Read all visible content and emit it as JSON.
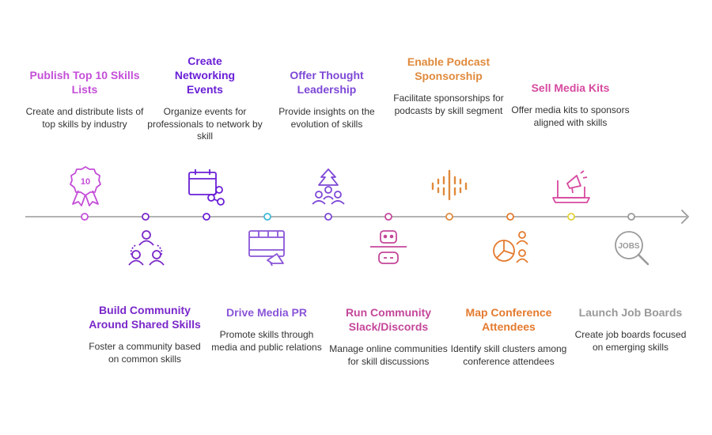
{
  "steps": [
    {
      "title": "Publish Top 10 Skills Lists",
      "description": "Create and distribute lists of top skills by industry",
      "color": "#c44ed8",
      "icon": "award-ribbon-icon",
      "badge": "10",
      "position": "above"
    },
    {
      "title": "Build Community Around Shared Skills",
      "description": "Foster a community based on common skills",
      "color": "#7a28c9",
      "icon": "community-icon",
      "position": "below"
    },
    {
      "title": "Create Networking Events",
      "description": "Organize events for professionals to network by skill",
      "color": "#6a1fd6",
      "icon": "calendar-share-icon",
      "position": "above"
    },
    {
      "title": "Drive Media PR",
      "description": "Promote skills through media and public relations",
      "color": "#8a55d8",
      "icon": "media-pr-icon",
      "position": "below"
    },
    {
      "title": "Offer Thought Leadership",
      "description": "Provide insights on the evolution of skills",
      "color": "#7d47d6",
      "icon": "leadership-icon",
      "position": "above"
    },
    {
      "title": "Run Community Slack/Discords",
      "description": "Manage online communities for skill discussions",
      "color": "#c4479a",
      "icon": "chat-bot-icon",
      "position": "below"
    },
    {
      "title": "Enable Podcast Sponsorship",
      "description": "Facilitate sponsorships for podcasts by skill segment",
      "color": "#e08a3c",
      "icon": "audio-wave-icon",
      "position": "above"
    },
    {
      "title": "Map Conference Attendees",
      "description": "Identify skill clusters among conference attendees",
      "color": "#e47a2e",
      "icon": "pie-chart-people-icon",
      "position": "below"
    },
    {
      "title": "Sell Media Kits",
      "description": "Offer media kits to sponsors aligned with skills",
      "color": "#d64aa0",
      "icon": "laptop-megaphone-icon",
      "position": "above"
    },
    {
      "title": "Launch Job Boards",
      "description": "Create job boards focused on emerging skills",
      "color": "#999999",
      "icon": "jobs-search-icon",
      "badge": "JOBS",
      "position": "below"
    }
  ],
  "timeline": {
    "line_color": "#9a9a9a",
    "dot_colors": [
      "#c44ed8",
      "#7a28c9",
      "#6a1fd6",
      "#3fb8d8",
      "#7d47d6",
      "#c4479a",
      "#e08a3c",
      "#e47a2e",
      "#e2d23a",
      "#999999"
    ]
  }
}
